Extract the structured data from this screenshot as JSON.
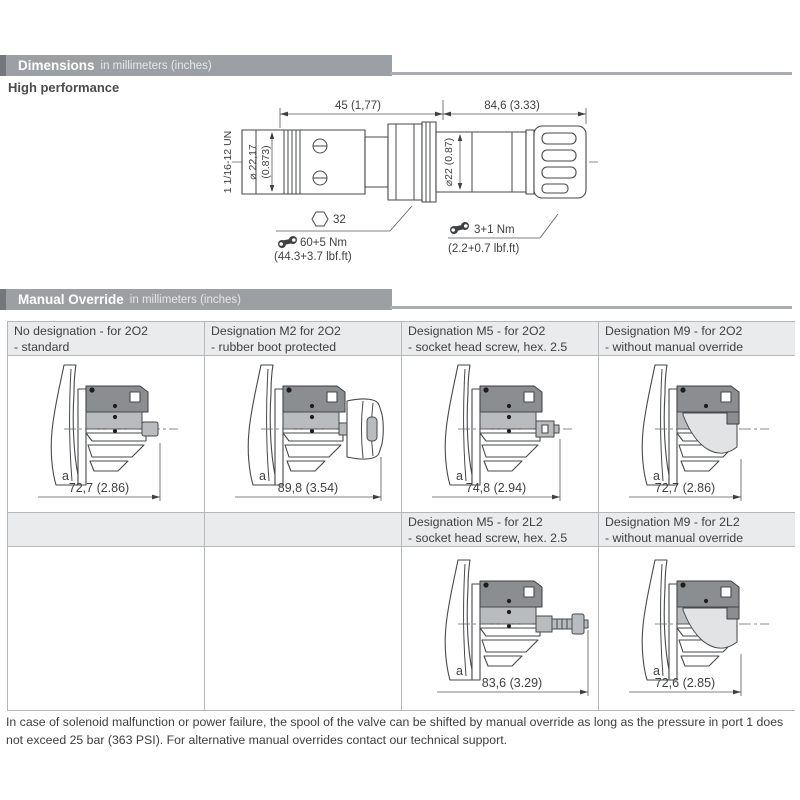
{
  "dimensions_section": {
    "title": "Dimensions",
    "unit_note": "in millimeters (inches)",
    "variant": "High performance",
    "drawing": {
      "len_a": "45 (1,77)",
      "len_b": "84,6 (3.33)",
      "thread": "1 1/16-12 UN",
      "dia_a_mm": "⌀ 22,17",
      "dia_a_in": "(0.873)",
      "dia_b": "⌀22 (0.87)",
      "hex": "32",
      "torque_a_nm": "60+5 Nm",
      "torque_a_lbf": "(44.3+3.7 lbf.ft)",
      "torque_b_nm": "3+1 Nm",
      "torque_b_lbf": "(2.2+0.7 lbf.ft)"
    }
  },
  "manual_override_section": {
    "title": "Manual Override",
    "unit_note": "in millimeters (inches)",
    "rows": [
      {
        "cells": [
          {
            "title_line1": "No designation - for 2O2",
            "title_line2": "- standard",
            "label": "a",
            "dim": "72,7 (2.86)"
          },
          {
            "title_line1": "Designation M2 for 2O2",
            "title_line2": "- rubber boot protected",
            "label": "a",
            "dim": "89,8 (3.54)"
          },
          {
            "title_line1": "Designation M5 - for 2O2",
            "title_line2": "- socket head screw, hex. 2.5",
            "label": "a",
            "dim": "74,8 (2.94)"
          },
          {
            "title_line1": "Designation M9 - for 2O2",
            "title_line2": "- without manual override",
            "label": "a",
            "dim": "72,7 (2.86)"
          }
        ]
      },
      {
        "cells": [
          {
            "title_line1": "",
            "title_line2": "",
            "label": "",
            "dim": ""
          },
          {
            "title_line1": "",
            "title_line2": "",
            "label": "",
            "dim": ""
          },
          {
            "title_line1": "Designation M5 - for 2L2",
            "title_line2": "- socket head screw, hex. 2.5",
            "label": "a",
            "dim": "83,6 (3.29)"
          },
          {
            "title_line1": "Designation M9 - for 2L2",
            "title_line2": "- without manual override",
            "label": "a",
            "dim": "72,6 (2.85)"
          }
        ]
      }
    ]
  },
  "footer_note": "In case of solenoid malfunction or power failure, the spool of the valve can be shifted by manual override as long as the pressure in port 1 does not exceed 25 bar (363 PSI). For alternative manual overrides contact our technical support.",
  "colors": {
    "header_bar": "#9ca0a4",
    "header_bar_cap": "#74787c",
    "table_header_bg": "#e9ebec",
    "table_border": "#b5b8ba",
    "text": "#3f4143",
    "drawing_dark": "#8b8e91",
    "drawing_mid": "#b9bcbf",
    "drawing_light": "#e2e3e4"
  }
}
